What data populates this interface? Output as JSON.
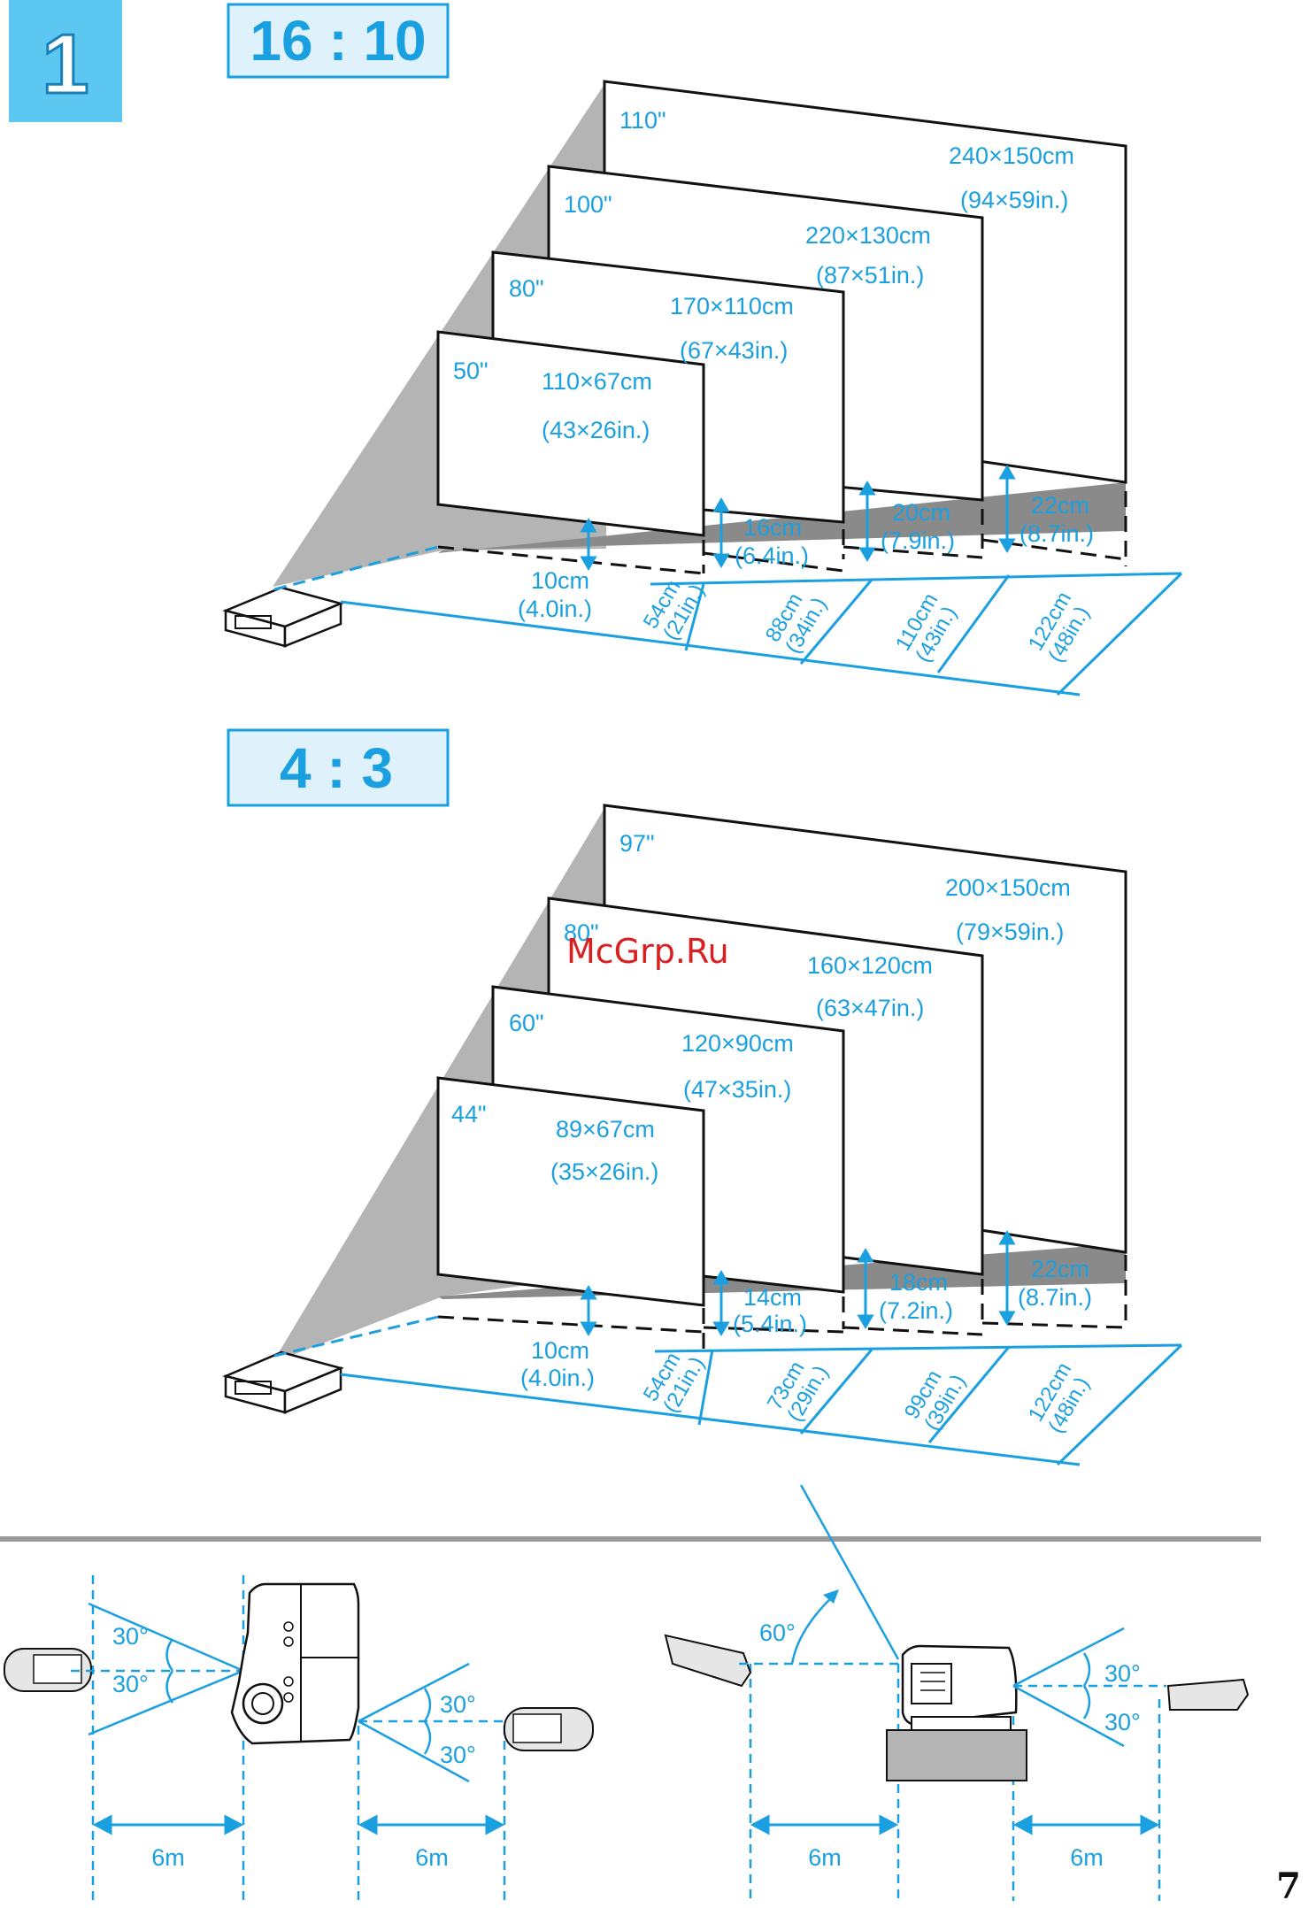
{
  "step_number": "1",
  "sections": [
    {
      "ratio": "16 : 10",
      "screens": [
        {
          "size": "110\"",
          "dims": "240×150cm",
          "inches": "(94×59in.)"
        },
        {
          "size": "100\"",
          "dims": "220×130cm",
          "inches": "(87×51in.)"
        },
        {
          "size": "80\"",
          "dims": "170×110cm",
          "inches": "(67×43in.)"
        },
        {
          "size": "50\"",
          "dims": "110×67cm",
          "inches": "(43×26in.)"
        }
      ],
      "heights": [
        {
          "cm": "10cm",
          "in": "(4.0in.)"
        },
        {
          "cm": "16cm",
          "in": "(6.4in.)"
        },
        {
          "cm": "20cm",
          "in": "(7.9in.)"
        },
        {
          "cm": "22cm",
          "in": "(8.7in.)"
        }
      ],
      "distances": [
        {
          "cm": "54cm",
          "in": "(21in.)"
        },
        {
          "cm": "88cm",
          "in": "(34in.)"
        },
        {
          "cm": "110cm",
          "in": "(43in.)"
        },
        {
          "cm": "122cm",
          "in": "(48in.)"
        }
      ]
    },
    {
      "ratio": "4 : 3",
      "screens": [
        {
          "size": "97\"",
          "dims": "200×150cm",
          "inches": "(79×59in.)"
        },
        {
          "size": "80\"",
          "dims": "160×120cm",
          "inches": "(63×47in.)"
        },
        {
          "size": "60\"",
          "dims": "120×90cm",
          "inches": "(47×35in.)"
        },
        {
          "size": "44\"",
          "dims": "89×67cm",
          "inches": "(35×26in.)"
        }
      ],
      "heights": [
        {
          "cm": "10cm",
          "in": "(4.0in.)"
        },
        {
          "cm": "14cm",
          "in": "(5.4in.)"
        },
        {
          "cm": "18cm",
          "in": "(7.2in.)"
        },
        {
          "cm": "22cm",
          "in": "(8.7in.)"
        }
      ],
      "distances": [
        {
          "cm": "54cm",
          "in": "(21in.)"
        },
        {
          "cm": "73cm",
          "in": "(29in.)"
        },
        {
          "cm": "99cm",
          "in": "(39in.)"
        },
        {
          "cm": "122cm",
          "in": "(48in.)"
        }
      ]
    }
  ],
  "watermark": "McGrp.Ru",
  "remote": {
    "top_view": {
      "angle_front_up": "30°",
      "angle_front_down": "30°",
      "angle_rear_up": "30°",
      "angle_rear_down": "30°",
      "dist_front": "6m",
      "dist_rear": "6m"
    },
    "side_view": {
      "angle_up": "60°",
      "angle_rear_up": "30°",
      "angle_rear_down": "30°",
      "dist_front": "6m",
      "dist_rear": "6m"
    }
  },
  "page_number": "7",
  "colors": {
    "accent": "#1aa0e0",
    "header_fill": "#dff2fb",
    "shade": "#b4b4b4",
    "badge": "#5cc8f2"
  }
}
